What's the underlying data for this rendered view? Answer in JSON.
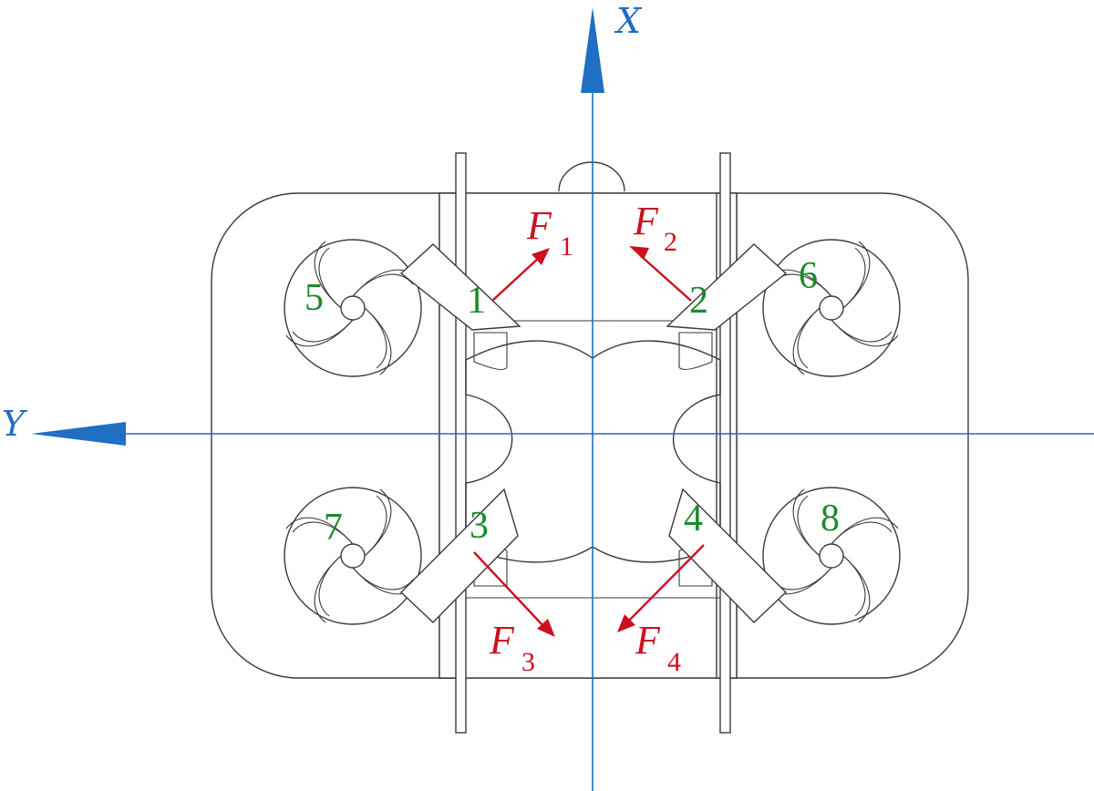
{
  "axes": {
    "x_label": "X",
    "y_label": "Y",
    "color": "#1f6fc3"
  },
  "thrusters": [
    {
      "label": "1"
    },
    {
      "label": "2"
    },
    {
      "label": "3"
    },
    {
      "label": "4"
    }
  ],
  "propellers": [
    {
      "label": "5"
    },
    {
      "label": "6"
    },
    {
      "label": "7"
    },
    {
      "label": "8"
    }
  ],
  "forces": [
    {
      "symbol": "F",
      "subscript": "1"
    },
    {
      "symbol": "F",
      "subscript": "2"
    },
    {
      "symbol": "F",
      "subscript": "3"
    },
    {
      "symbol": "F",
      "subscript": "4"
    }
  ],
  "colors": {
    "outline": "#3a3a3a",
    "label_green": "#1c8a2e",
    "force_red": "#cc1020"
  }
}
